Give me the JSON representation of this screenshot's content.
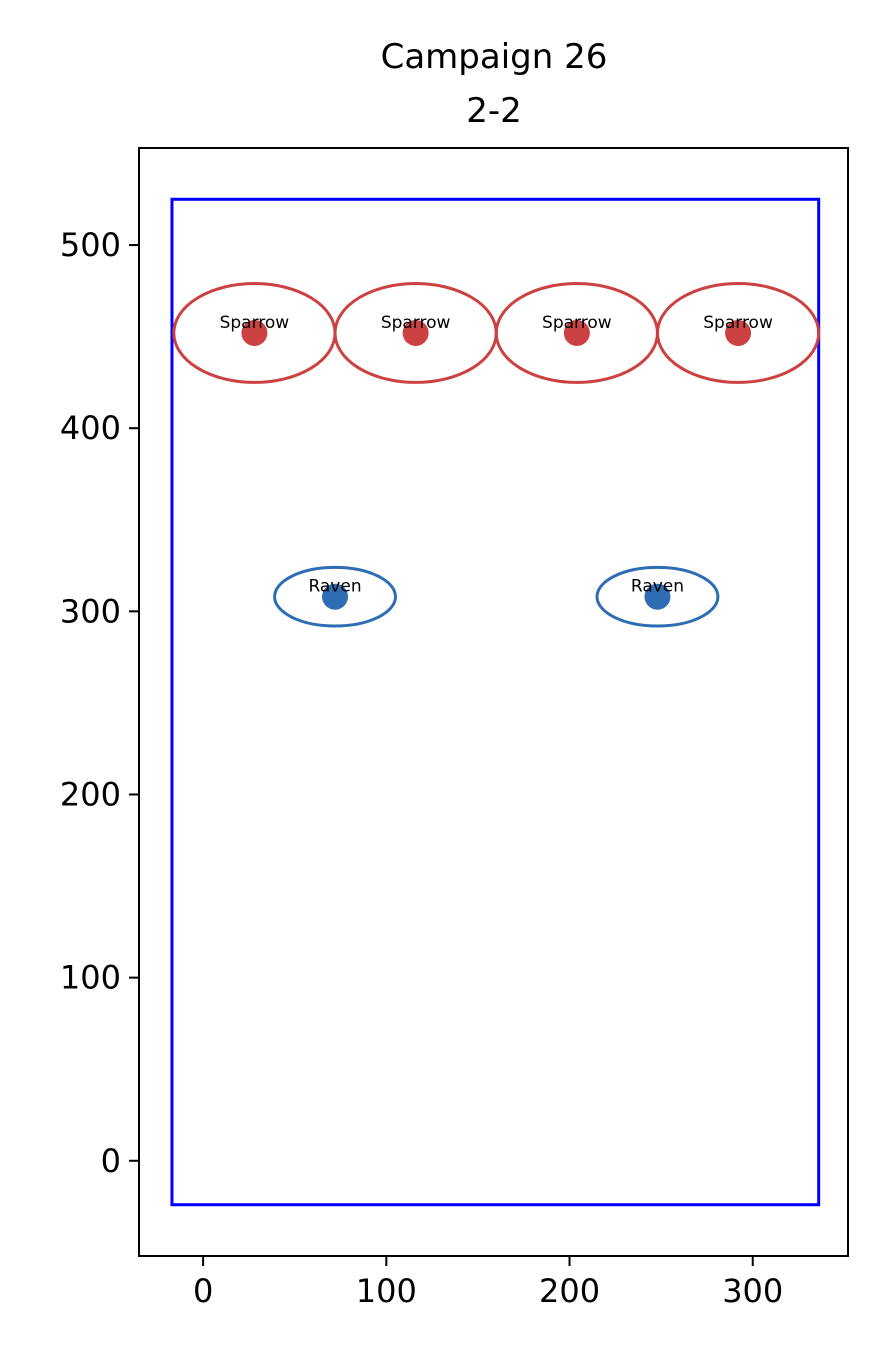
{
  "chart_data": {
    "type": "scatter",
    "title": "Campaign 26",
    "subtitle": "2-2",
    "xlim": [
      -35,
      352
    ],
    "ylim": [
      -52,
      553
    ],
    "xticks": [
      0,
      100,
      200,
      300
    ],
    "yticks": [
      0,
      100,
      200,
      300,
      400,
      500
    ],
    "grid": false,
    "boundary": {
      "x0": -17,
      "y0": -24,
      "x1": 336,
      "y1": 525,
      "color": "#0000ff"
    },
    "series": [
      {
        "color": "#cc4141",
        "points": [
          {
            "x": 28,
            "y": 452,
            "label": "Sparrow",
            "rx": 44,
            "ry": 27
          },
          {
            "x": 116,
            "y": 452,
            "label": "Sparrow",
            "rx": 44,
            "ry": 27
          },
          {
            "x": 204,
            "y": 452,
            "label": "Sparrow",
            "rx": 44,
            "ry": 27
          },
          {
            "x": 292,
            "y": 452,
            "label": "Sparrow",
            "rx": 44,
            "ry": 27
          }
        ]
      },
      {
        "color": "#2e6db3",
        "points": [
          {
            "x": 72,
            "y": 308,
            "label": "Raven",
            "rx": 33,
            "ry": 16
          },
          {
            "x": 248,
            "y": 308,
            "label": "Raven",
            "rx": 33,
            "ry": 16
          }
        ]
      }
    ]
  }
}
